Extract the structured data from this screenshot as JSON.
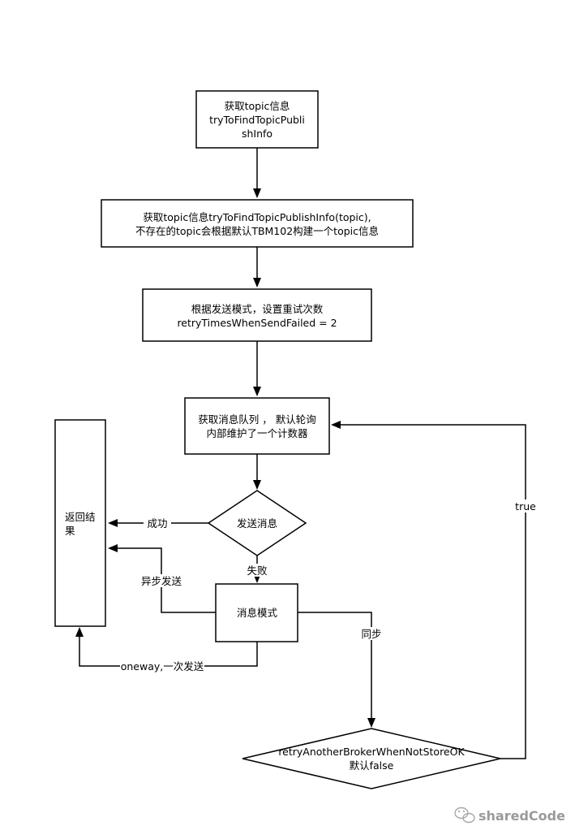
{
  "nodes": {
    "get_topic": [
      "获取topic信息",
      "tryToFindTopicPubli",
      "shInfo"
    ],
    "get_topic_detail": [
      "获取topic信息tryToFindTopicPublishInfo(topic),",
      "不存在的topic会根据默认TBM102构建一个topic信息"
    ],
    "retry_times": [
      "根据发送模式，设置重试次数",
      "retryTimesWhenSendFailed = 2"
    ],
    "get_queue": [
      "获取消息队列 ， 默认轮询",
      "内部维护了一个计数器"
    ],
    "send_msg": [
      "发送消息"
    ],
    "return_result": [
      "返回结",
      "果"
    ],
    "msg_mode": [
      "消息模式"
    ],
    "retry_broker": [
      "retryAnotherBrokerWhenNotStoreOK",
      "默认false"
    ]
  },
  "edges": {
    "success": "成功",
    "failure": "失败",
    "async": "异步发送",
    "sync": "同步",
    "oneway": "oneway,一次发送",
    "true": "true"
  },
  "watermark": {
    "text": "sharedCode",
    "icon": "wechat-icon"
  }
}
